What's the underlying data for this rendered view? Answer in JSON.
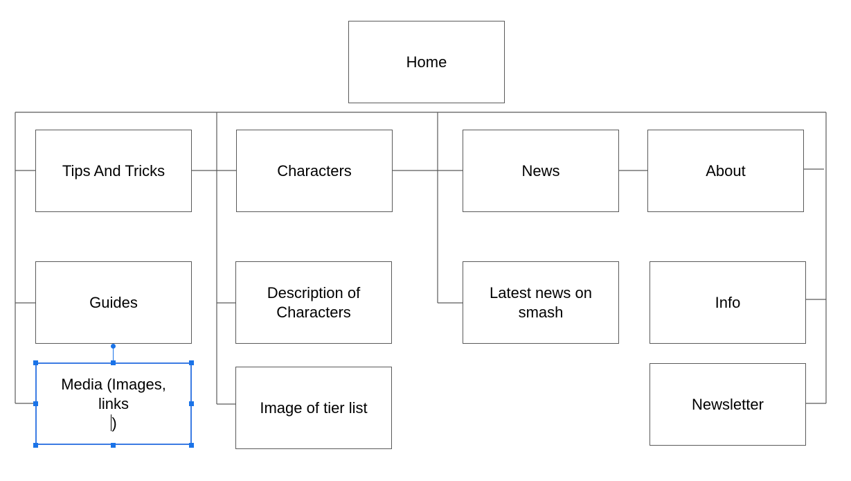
{
  "diagram": {
    "nodes": {
      "home": "Home",
      "tips_and_tricks": "Tips And Tricks",
      "characters": "Characters",
      "news": "News",
      "about": "About",
      "guides": "Guides",
      "description_of_characters": "Description of Characters",
      "latest_news": "Latest news on smash",
      "info": "Info",
      "media_before_cursor": "Media (Images, links",
      "media_after_cursor": ")",
      "image_of_tier_list": "Image of tier list",
      "newsletter": "Newsletter"
    },
    "selected_node": "media",
    "selection_color": "#3b7be3",
    "edges": [
      [
        "home",
        "tips_and_tricks"
      ],
      [
        "home",
        "characters"
      ],
      [
        "home",
        "news"
      ],
      [
        "home",
        "about"
      ],
      [
        "tips_and_tricks",
        "guides"
      ],
      [
        "tips_and_tricks",
        "media"
      ],
      [
        "characters",
        "description_of_characters"
      ],
      [
        "characters",
        "image_of_tier_list"
      ],
      [
        "news",
        "latest_news"
      ],
      [
        "about",
        "info"
      ],
      [
        "about",
        "newsletter"
      ]
    ]
  }
}
